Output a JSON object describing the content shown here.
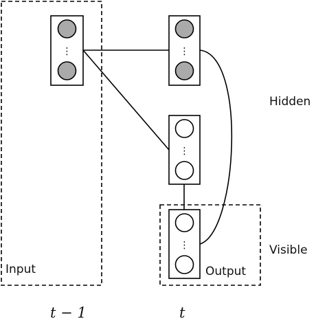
{
  "labels": {
    "hidden": "Hidden",
    "visible": "Visible",
    "input": "Input",
    "output": "Output",
    "time_prev": "t − 1",
    "time_curr": "t",
    "ellipsis": "⋮"
  },
  "colors": {
    "stroke": "#000000",
    "hidden_prev_fill": "#aaaaaa",
    "unit_fill": "#ffffff"
  }
}
